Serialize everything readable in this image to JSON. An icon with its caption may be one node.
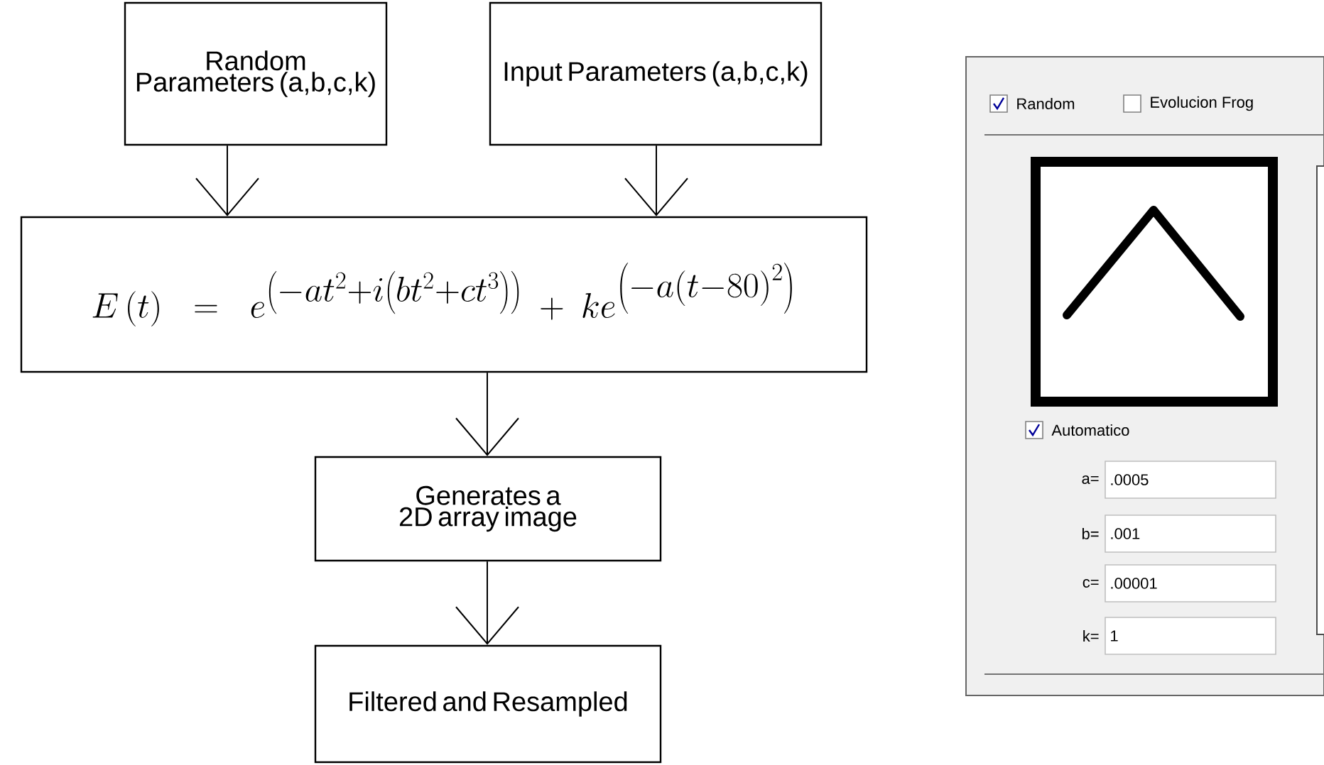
{
  "diagram": {
    "nodes": [
      {
        "text": [
          "Random Parameters (a,b,c,k)"
        ]
      },
      {
        "text": [
          "Input Parameters (a,b,c,k)"
        ]
      },
      {
        "text": [
          "E\\left(t\\right)=e^{\\left(-at^{2}+i\\left(bt^{2}+ct^{3}\\right)\\right)}+ke^{\\left(-a\\left(t-80\\right)^{2}\\right)}"
        ]
      },
      {
        "text": [
          "Generates a 2D array image"
        ]
      },
      {
        "text": [
          "Filtered and Resampled"
        ]
      }
    ],
    "edges": [
      {
        "from": 0,
        "to": 2,
        "arrow": "to"
      },
      {
        "from": 1,
        "to": 2,
        "arrow": "to"
      },
      {
        "from": 2,
        "to": 3,
        "arrow": "to"
      },
      {
        "from": 3,
        "to": 4,
        "arrow": "to"
      }
    ],
    "labels": [
      "Random",
      "Evolucion Frog",
      "Automatico",
      "a=",
      ".0005",
      "b=",
      ".001",
      "c=",
      ".00001",
      "k=",
      "1"
    ]
  }
}
